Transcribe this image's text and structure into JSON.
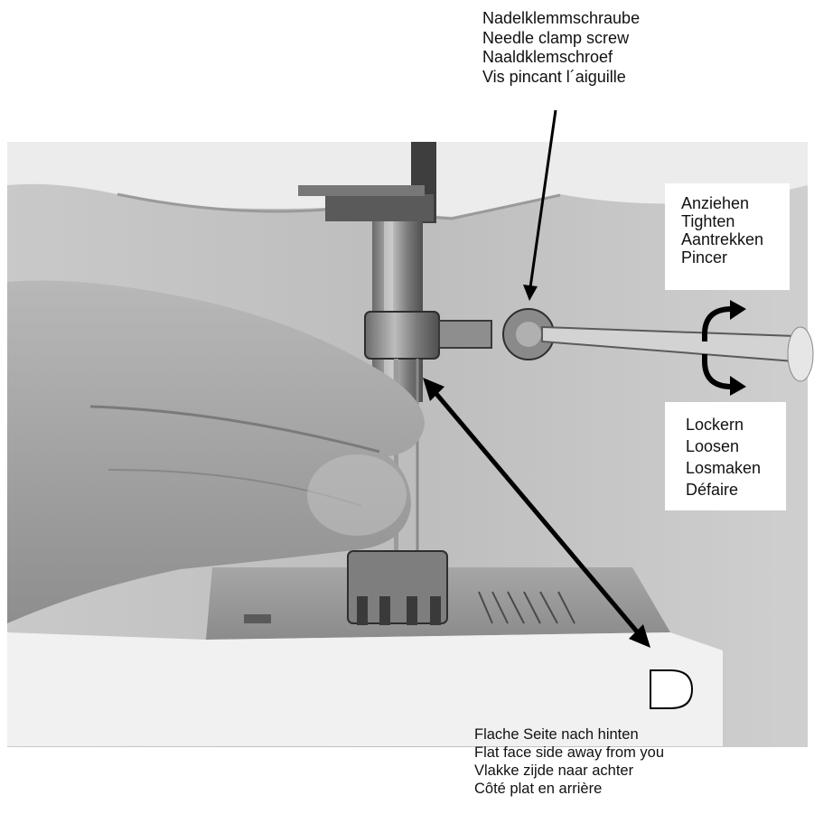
{
  "needle_clamp_label": {
    "lines": [
      "Nadelklemmschraube",
      "Needle clamp screw",
      "Naaldklemschroef",
      "Vis pincant l´aiguille"
    ]
  },
  "tighten_label": {
    "lines": [
      "Anziehen",
      "Tighten",
      "Aantrekken",
      "Pincer"
    ]
  },
  "loosen_label": {
    "lines": [
      "Lockern",
      "Loosen",
      "Losmaken",
      "Défaire"
    ]
  },
  "flat_side_label": {
    "lines": [
      "Flache Seite nach hinten",
      "Flat face side away from you",
      "Vlakke zijde naar achter",
      "Côté plat en arrière"
    ]
  },
  "icons": {
    "needle_shape": "d-shape-icon",
    "rotation": "curved-arrows-icon"
  },
  "colors": {
    "ink": "#111111",
    "paper": "#ffffff"
  }
}
